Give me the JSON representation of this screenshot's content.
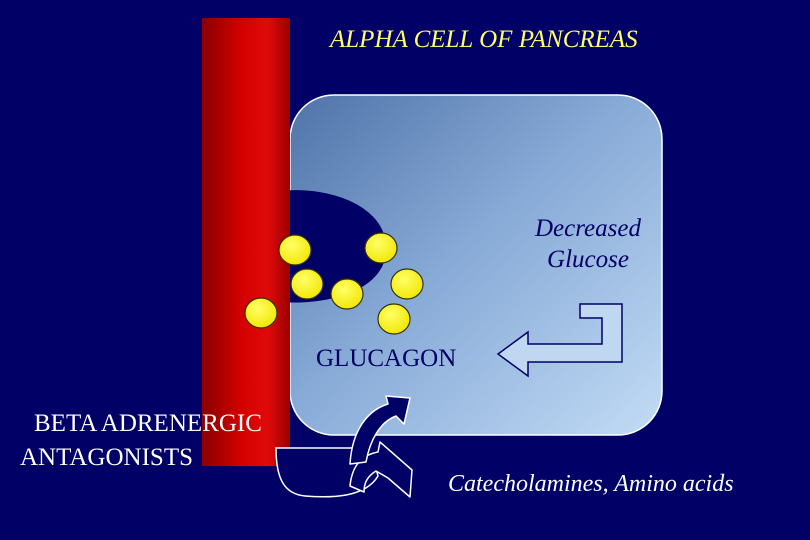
{
  "diagram": {
    "title": "ALPHA CELL OF PANCREAS",
    "stimulus_line1": "Decreased",
    "stimulus_line2": "Glucose",
    "hormone": "GLUCAGON",
    "inhibitor_line1": "BETA ADRENERGIC",
    "inhibitor_line2": "ANTAGONISTS",
    "stimulators": "Catecholamines, Amino acids"
  },
  "colors": {
    "background": "#000066",
    "blood_vessel": "#cc0000",
    "cell": "#6f96c8",
    "granule": "#ffff00",
    "title_text": "#ffff66"
  }
}
